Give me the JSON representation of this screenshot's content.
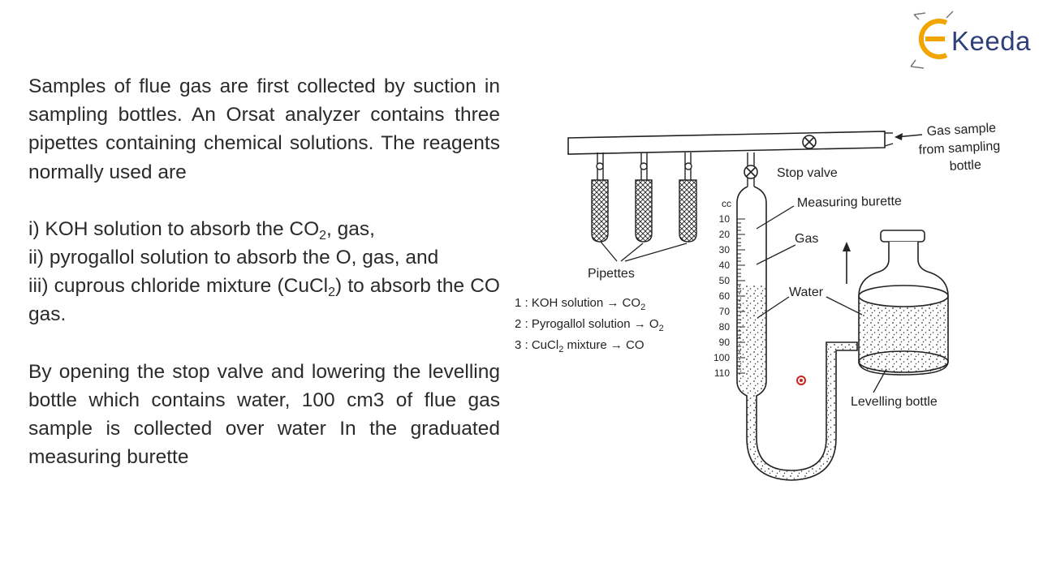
{
  "brand": {
    "logo_text": "Keeda",
    "accent": "#f2a400",
    "text_color": "#2e3f7a"
  },
  "body": {
    "para1": "Samples of flue gas are first collected by suction in sampling bottles. An Orsat analyzer contains three pipettes containing chemical solutions. The reagents normally used are",
    "items": [
      {
        "pre": "i) KOH solution to absorb the CO",
        "sub": "2",
        "post": ", gas,"
      },
      {
        "pre": "ii) pyrogallol solution to absorb the O, gas, and",
        "sub": "",
        "post": ""
      },
      {
        "pre": "iii) cuprous chloride mixture (CuCl",
        "sub": "2",
        "post": ") to absorb the CO gas."
      }
    ],
    "para2": "By opening the stop valve and lowering the levelling bottle which contains water, 100 cm3 of flue gas sample is collected over water In the graduated measuring burette"
  },
  "diagram": {
    "gas_sample_l1": "Gas sample",
    "gas_sample_l2": "from sampling",
    "gas_sample_l3": "bottle",
    "stop_valve": "Stop valve",
    "measuring_burette": "Measuring burette",
    "gas": "Gas",
    "water": "Water",
    "levelling_bottle": "Levelling bottle",
    "pipettes": "Pipettes",
    "cc": "cc",
    "scale": [
      "10",
      "20",
      "30",
      "40",
      "50",
      "60",
      "70",
      "80",
      "90",
      "100",
      "110"
    ],
    "legend1_pre": "1 : KOH solution → CO",
    "legend1_sub": "2",
    "legend2_pre": "2 : Pyrogallol solution → O",
    "legend2_sub": "2",
    "legend3_pre": "3 : CuCl",
    "legend3_sub": "2",
    "legend3_post": " mixture → CO"
  }
}
